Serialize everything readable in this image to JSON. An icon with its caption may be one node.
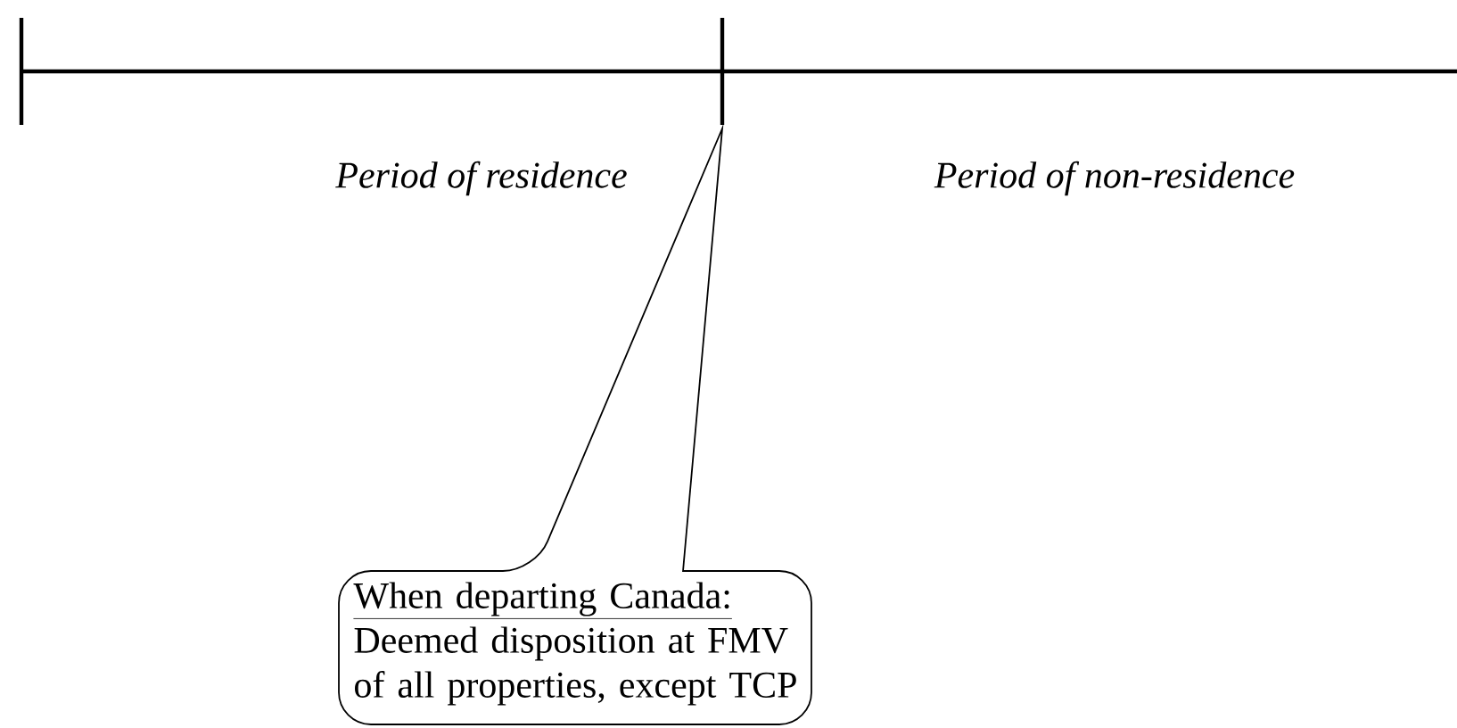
{
  "diagram": {
    "nodes": [
      {
        "text": [
          "When departing Canada:",
          "Deemed disposition at FMV of all properties, except TCP"
        ]
      }
    ],
    "edges": [],
    "labels": [
      "Period of residence",
      "Period of non-residence"
    ]
  }
}
